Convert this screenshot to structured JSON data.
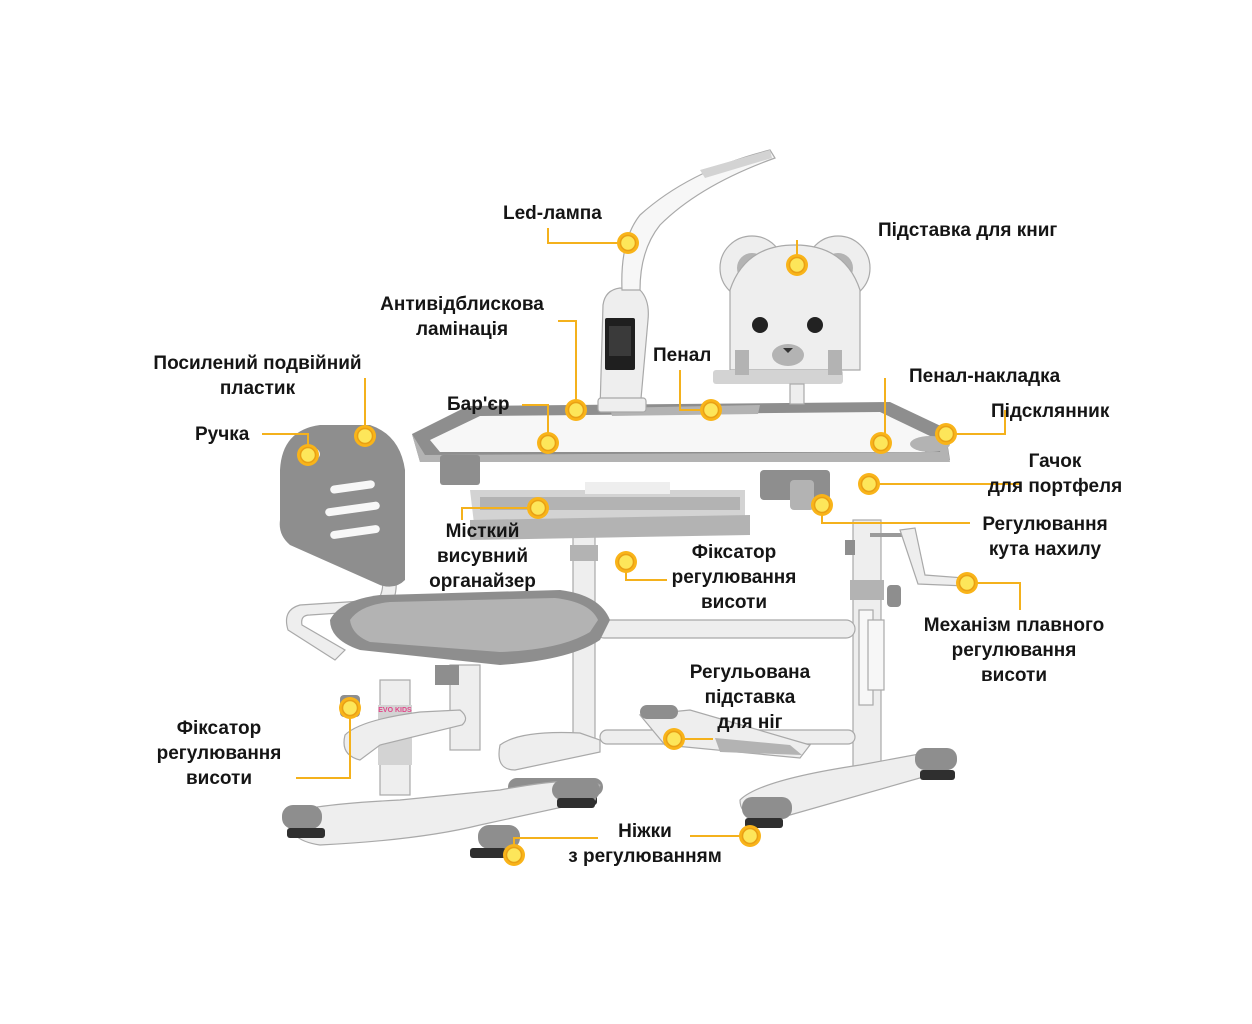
{
  "product": {
    "brand_badge": "EVO KIDS"
  },
  "labels": {
    "led_lamp": "Led-лампа",
    "book_stand": "Підставка для книг",
    "anti_glare_1": "Антивідблискова",
    "anti_glare_2": "ламінація",
    "pencil_case": "Пенал",
    "reinforced_1": "Посилений подвійний",
    "reinforced_2": "пластик",
    "pencil_overlay": "Пенал-накладка",
    "barrier": "Бар'єр",
    "cup_holder": "Підсклянник",
    "handle": "Ручка",
    "bag_hook_1": "Гачок",
    "bag_hook_2": "для портфеля",
    "organizer_1": "Місткий",
    "organizer_2": "висувний",
    "organizer_3": "органайзер",
    "tilt_1": "Регулювання",
    "tilt_2": "кута нахилу",
    "lock_desk_1": "Фіксатор",
    "lock_desk_2": "регулювання",
    "lock_desk_3": "висоти",
    "mech_1": "Механізм плавного",
    "mech_2": "регулювання",
    "mech_3": "висоти",
    "footrest_1": "Регульована",
    "footrest_2": "підставка",
    "footrest_3": "для ніг",
    "lock_chair_1": "Фіксатор",
    "lock_chair_2": "регулювання",
    "lock_chair_3": "висоти",
    "legs_1": "Ніжки",
    "legs_2": "з регулюванням"
  },
  "colors": {
    "marker": "#f9b419",
    "leader_line": "#f4b11c",
    "plastic_gray": "#8e8e8e",
    "frame_white": "#eeeeee"
  }
}
